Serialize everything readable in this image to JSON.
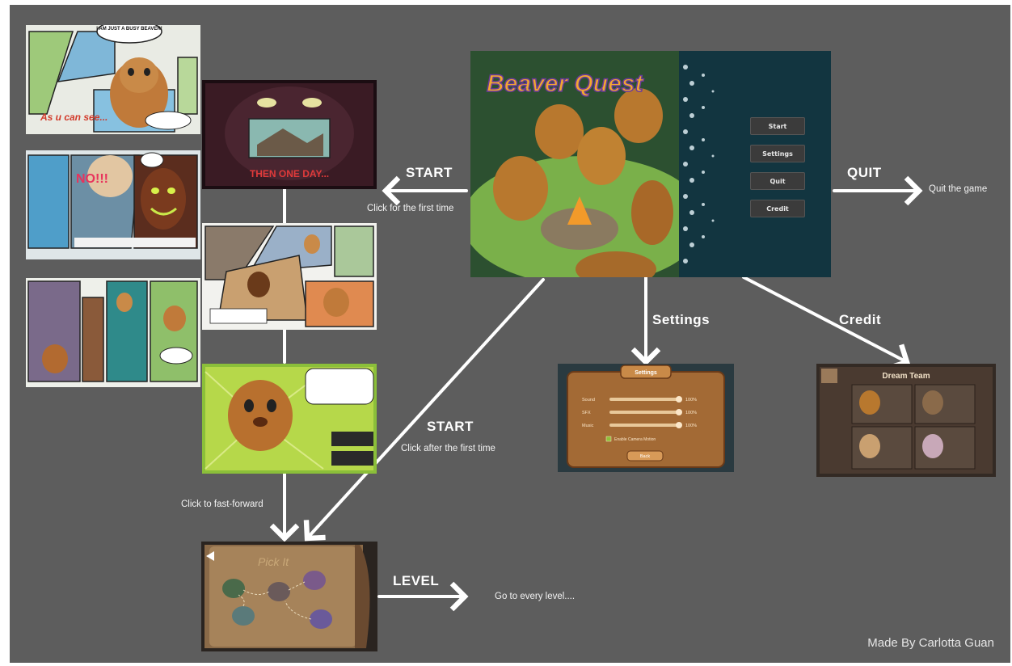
{
  "flow": {
    "start_first": {
      "label": "START",
      "note": "Click for the first time"
    },
    "start_after": {
      "label": "START",
      "note": "Click after the first time"
    },
    "quit": {
      "label": "QUIT",
      "note": "Quit the game"
    },
    "settings": {
      "label": "Settings"
    },
    "credit": {
      "label": "Credit"
    },
    "level": {
      "label": "LEVEL",
      "note": "Go to every level...."
    },
    "fast_forward": {
      "note": "Click to fast-forward"
    }
  },
  "main_menu": {
    "logo": "Beaver Quest",
    "buttons": [
      "Start",
      "Settings",
      "Quit",
      "Credit"
    ]
  },
  "comics": {
    "page1_bubble": "I AM JUST A BUSY BEAVER!",
    "page1_caption": "As u can see...",
    "page2_shout": "NO!!!",
    "intro_caption": "THEN ONE DAY..."
  },
  "settings_panel": {
    "title": "Settings",
    "rows": [
      {
        "label": "Sound",
        "value": "100%"
      },
      {
        "label": "SFX",
        "value": "100%"
      },
      {
        "label": "Music",
        "value": "100%"
      }
    ],
    "checkbox": "Enable Camera Motion",
    "back": "Back"
  },
  "credit_panel": {
    "title": "Dream Team"
  },
  "level_map": {
    "title": "Pick It"
  },
  "footer": {
    "credit": "Made By Carlotta Guan"
  },
  "colors": {
    "background": "#5d5d5d",
    "arrow": "#ffffff",
    "panel": "#a36a35"
  }
}
